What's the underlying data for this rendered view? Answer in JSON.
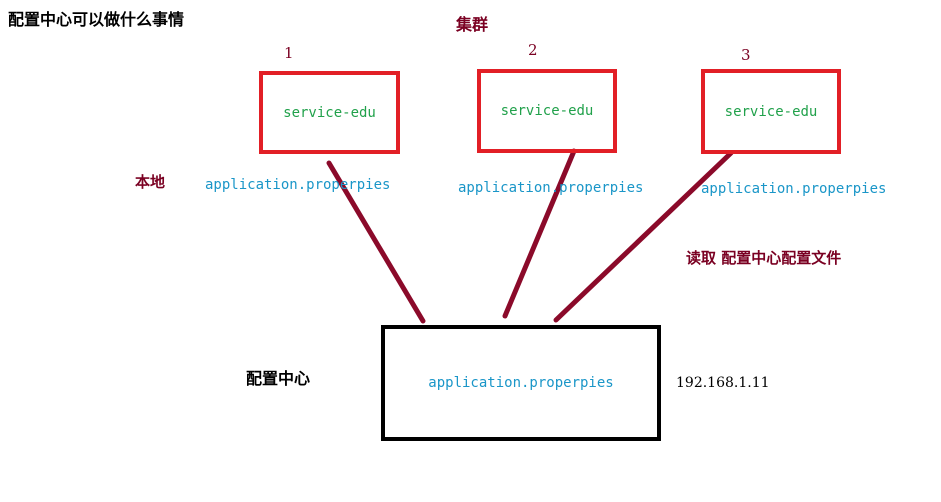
{
  "title": "配置中心可以做什么事情",
  "cluster_label": "集群",
  "local_label": "本地",
  "read_label": "读取 配置中心配置文件",
  "center": {
    "label": "配置中心",
    "file": "application.properpies",
    "ip": "192.168.1.11"
  },
  "services": [
    {
      "number": "1",
      "name": "service-edu",
      "file": "application.properpies"
    },
    {
      "number": "2",
      "name": "service-edu",
      "file": "application.properpies"
    },
    {
      "number": "3",
      "name": "service-edu",
      "file": "application.properpies"
    }
  ],
  "colors": {
    "service_border": "#e21f26",
    "service_text": "#21a14b",
    "file_text": "#1a96c8",
    "label_text": "#7a0022",
    "connector": "#8b0a2a"
  }
}
